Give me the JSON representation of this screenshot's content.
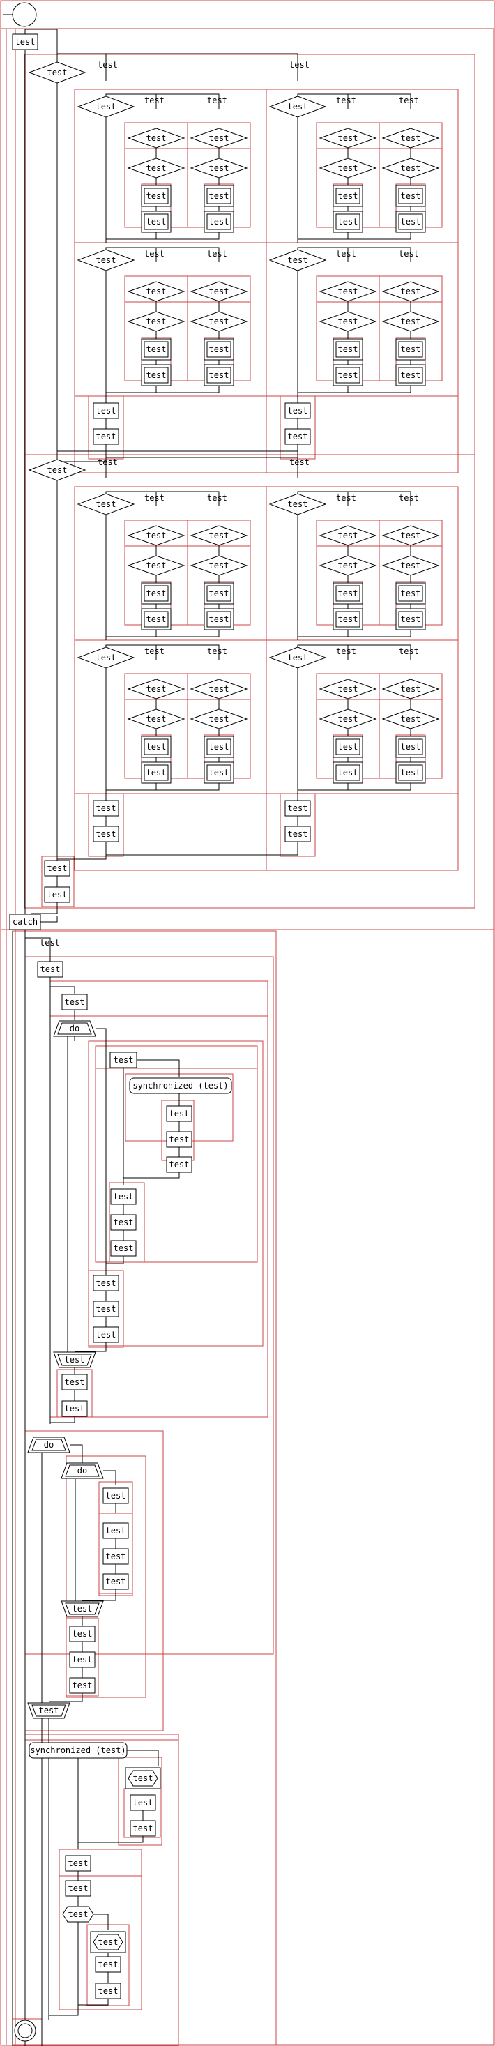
{
  "labels": {
    "action": "test",
    "branch": "test",
    "catch": "catch",
    "loop": "do",
    "sync": "synchronized (test)"
  },
  "colors": {
    "region": "#cc4444",
    "line": "#000000",
    "fill": "#ffffff"
  },
  "icons": {
    "start": "start-circle-icon",
    "end": "end-circle-icon"
  }
}
